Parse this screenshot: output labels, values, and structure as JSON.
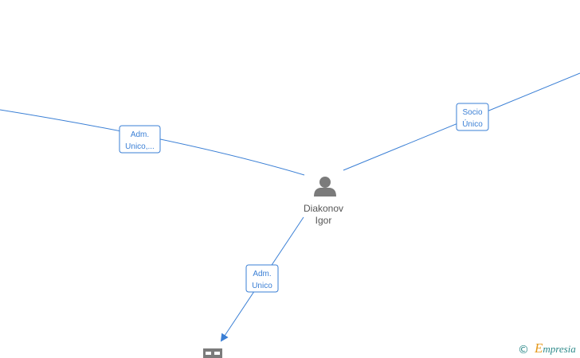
{
  "colors": {
    "edge": "#3a7fd5",
    "node_icon": "#7b7b7b",
    "node_label": "#555555",
    "brand": "#2e8a8a"
  },
  "person_node": {
    "icon": "person-icon",
    "name_line1": "Diakonov",
    "name_line2": "Igor"
  },
  "company_node": {
    "icon": "building-icon"
  },
  "edges": {
    "left": {
      "label_line1": "Adm.",
      "label_line2": "Unico,..."
    },
    "right": {
      "label_line1": "Socio",
      "label_line2": "Único"
    },
    "bottom": {
      "label_line1": "Adm.",
      "label_line2": "Unico"
    }
  },
  "footer": {
    "copyright_symbol": "©",
    "brand_initial": "E",
    "brand_rest": "mpresia"
  }
}
